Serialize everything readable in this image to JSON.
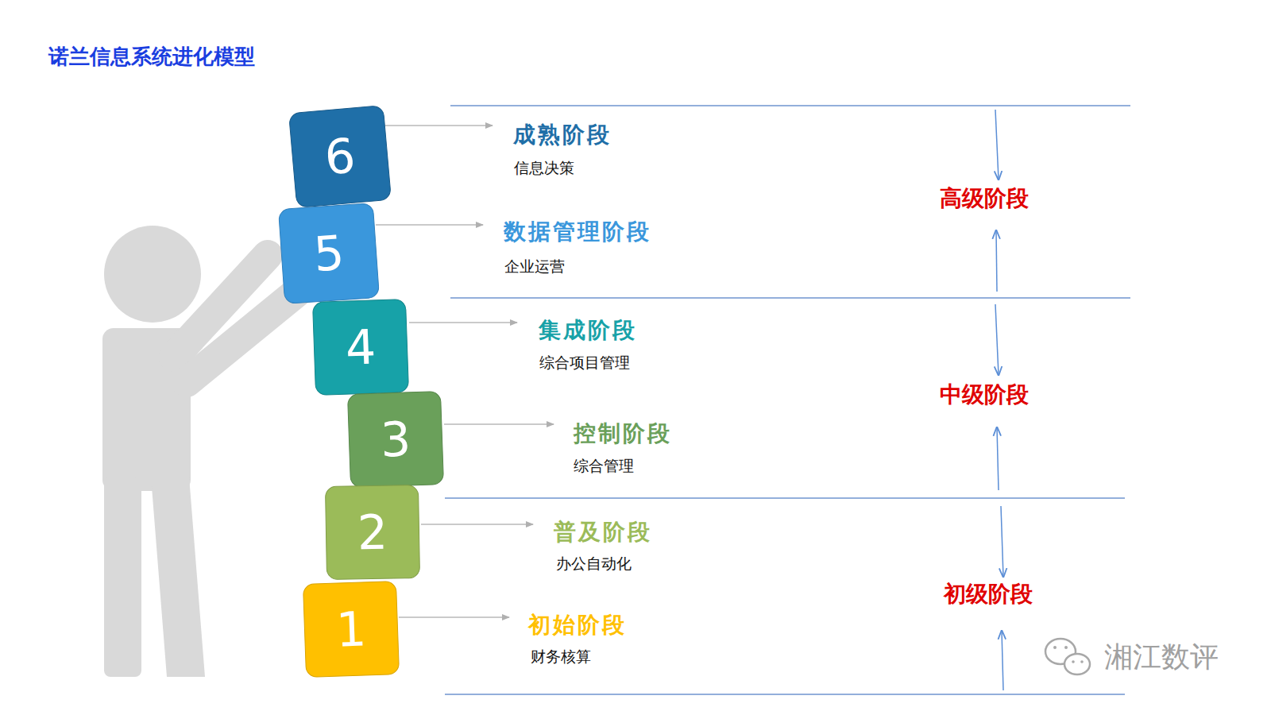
{
  "diagram": {
    "title": "诺兰信息系统进化模型",
    "nodes": [
      {
        "text": [
          "6"
        ]
      },
      {
        "text": [
          "5"
        ]
      },
      {
        "text": [
          "4"
        ]
      },
      {
        "text": [
          "3"
        ]
      },
      {
        "text": [
          "2"
        ]
      },
      {
        "text": [
          "1"
        ]
      }
    ],
    "labels": [
      "成熟阶段",
      "信息决策",
      "数据管理阶段",
      "企业运营",
      "集成阶段",
      "综合项目管理",
      "控制阶段",
      "综合管理",
      "普及阶段",
      "办公自动化",
      "初始阶段",
      "财务核算",
      "高级阶段",
      "中级阶段",
      "初级阶段",
      "湘江数评"
    ]
  }
}
